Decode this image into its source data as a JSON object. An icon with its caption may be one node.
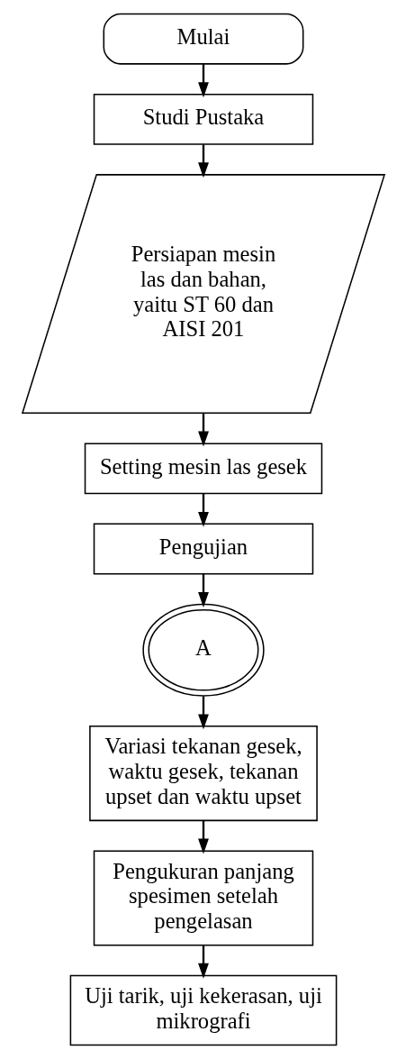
{
  "diagram": {
    "nodes": [
      {
        "text": [
          "Mulai"
        ]
      },
      {
        "text": [
          "Studi Pustaka"
        ]
      },
      {
        "text": [
          "Persiapan mesin las dan bahan, yaitu ST 60 dan AISI 201"
        ]
      },
      {
        "text": [
          "Setting mesin las gesek"
        ]
      },
      {
        "text": [
          "Pengujian"
        ]
      },
      {
        "text": [
          "A"
        ]
      },
      {
        "text": [
          "Variasi tekanan gesek, waktu gesek, tekanan upset dan waktu upset"
        ]
      },
      {
        "text": [
          "Pengukuran panjang spesimen setelah pengelasan"
        ]
      },
      {
        "text": [
          "Uji tarik, uji kekerasan, uji mikrografi"
        ]
      }
    ],
    "edges": [
      {
        "from": 0,
        "to": 1,
        "arrow": "to"
      },
      {
        "from": 1,
        "to": 2,
        "arrow": "to"
      },
      {
        "from": 2,
        "to": 3,
        "arrow": "to"
      },
      {
        "from": 3,
        "to": 4,
        "arrow": "to"
      },
      {
        "from": 4,
        "to": 5,
        "arrow": "to"
      },
      {
        "from": 5,
        "to": 6,
        "arrow": "to"
      },
      {
        "from": 6,
        "to": 7,
        "arrow": "to"
      },
      {
        "from": 7,
        "to": 8,
        "arrow": "to"
      }
    ]
  }
}
